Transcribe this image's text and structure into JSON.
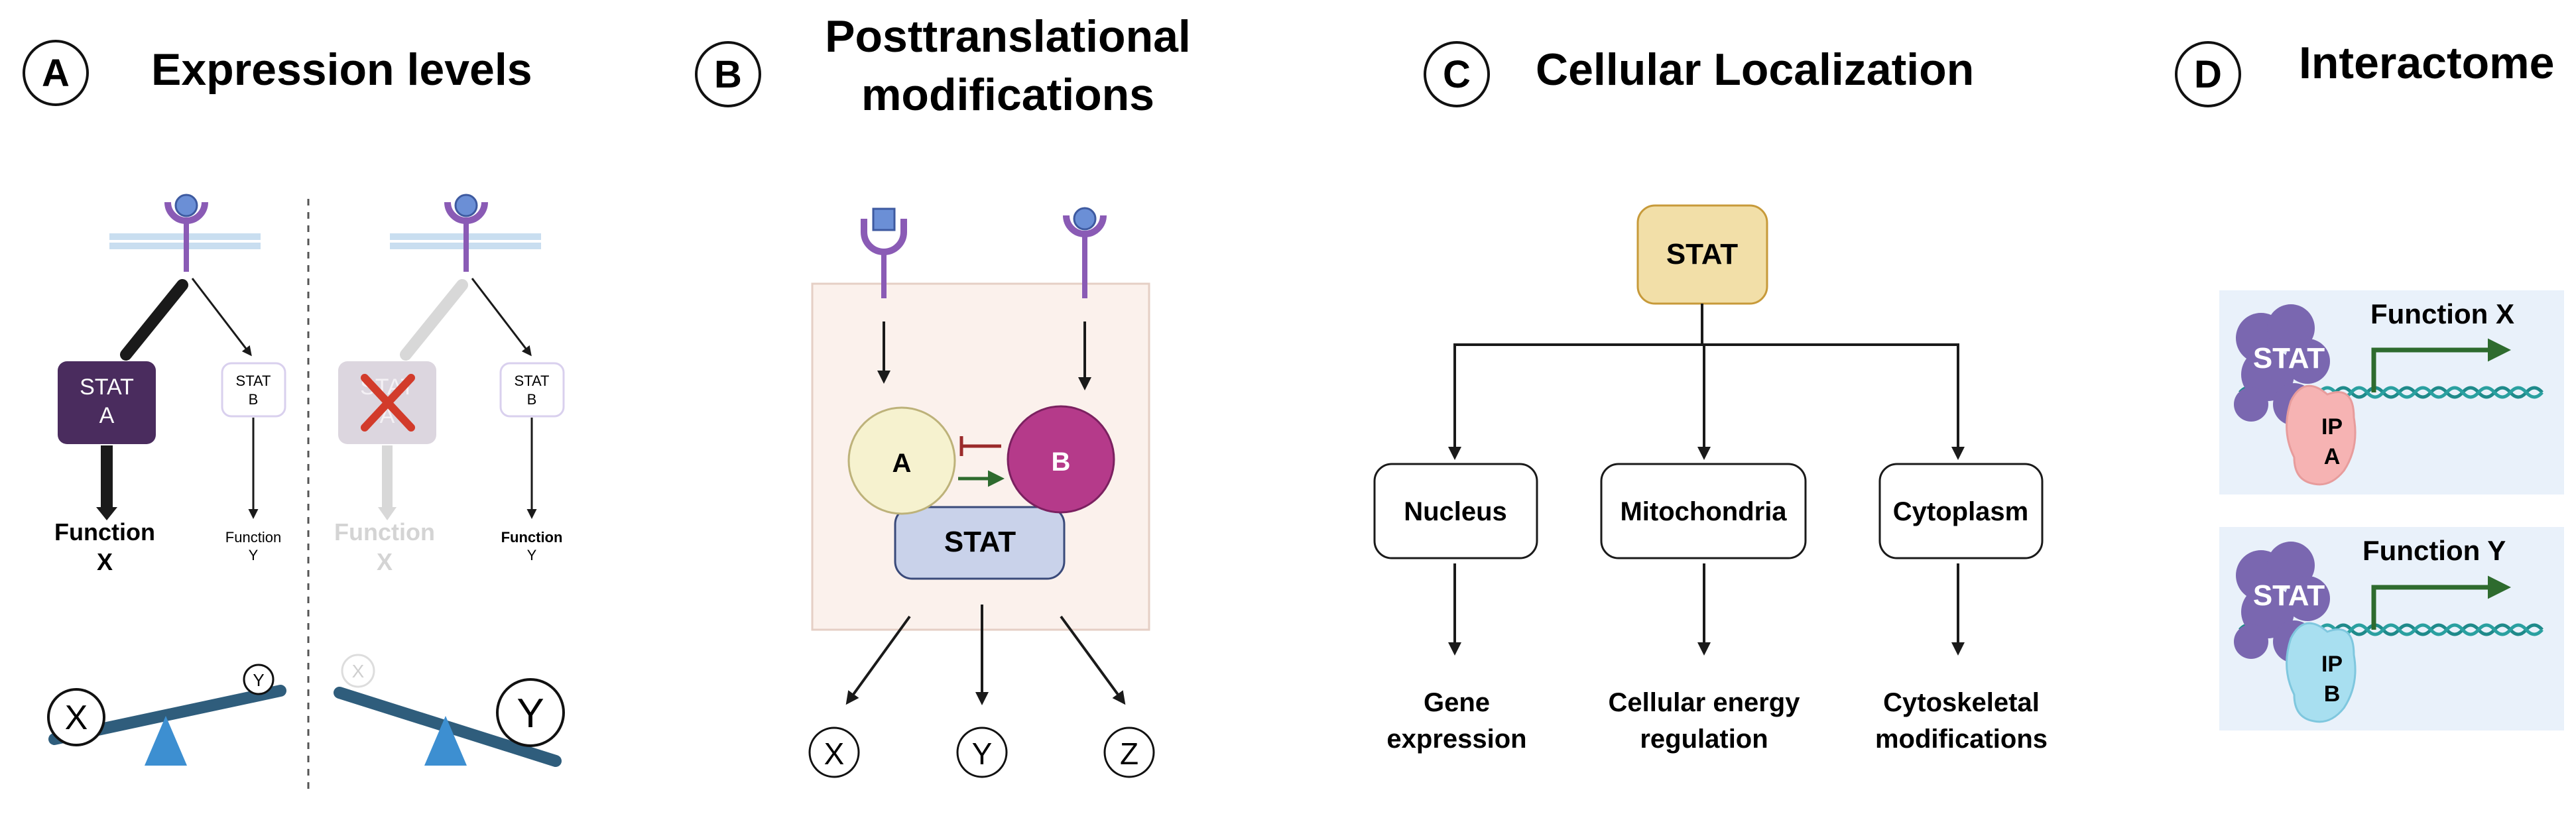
{
  "panelA": {
    "letter": "A",
    "title": "Expression levels",
    "left": {
      "stat_line1": "STAT",
      "stat_line2": "A",
      "statb_line1": "STAT",
      "statb_line2": "B",
      "func_main_1": "Function",
      "func_main_2": "X",
      "func_minor_1": "Function",
      "func_minor_2": "Y",
      "seesaw_big": "X",
      "seesaw_small": "Y"
    },
    "right": {
      "stat_line1": "STAT",
      "stat_line2": "A",
      "statb_line1": "STAT",
      "statb_line2": "B",
      "func_faded_1": "Function",
      "func_faded_2": "X",
      "func_minor_1": "Function",
      "func_minor_2": "Y",
      "seesaw_big": "Y",
      "seesaw_small": "X"
    }
  },
  "panelB": {
    "letter": "B",
    "title_line1": "Posttranslational",
    "title_line2": "modifications",
    "node_a": "A",
    "node_b": "B",
    "stat": "STAT",
    "outputs": [
      "X",
      "Y",
      "Z"
    ]
  },
  "panelC": {
    "letter": "C",
    "title": "Cellular Localization",
    "stat": "STAT",
    "locations": [
      "Nucleus",
      "Mitochondria",
      "Cytoplasm"
    ],
    "outcomes": [
      {
        "line1": "Gene",
        "line2": "expression"
      },
      {
        "line1": "Cellular energy",
        "line2": "regulation"
      },
      {
        "line1": "Cytoskeletal",
        "line2": "modifications"
      }
    ]
  },
  "panelD": {
    "letter": "D",
    "title": "Interactome",
    "top": {
      "stat": "STAT",
      "ip_1": "IP",
      "ip_2": "A",
      "function": "Function X"
    },
    "bottom": {
      "stat": "STAT",
      "ip_1": "IP",
      "ip_2": "B",
      "function": "Function Y"
    }
  },
  "colors": {
    "receptor": "#8a5bb5",
    "receptor_ligand": "#6b8fd6",
    "membrane": "#b8d4ea",
    "stat_a_dark": "#4a2c5e",
    "seesaw_bar": "#2f5d7c",
    "seesaw_base": "#3d8fd1",
    "node_a": "#f6f2cf",
    "node_b": "#b53a8a",
    "stat_box": "#c9d2ea",
    "stat_c": "#f2dfa8",
    "interact_bg": "#e9f1fa",
    "dna": "#1f8a8a",
    "arrow_green": "#2e6b2e",
    "inhibit_red": "#9b2b2b",
    "ip_a": "#f6b3b3",
    "ip_b": "#a8dff0",
    "stat_protein": "#7a67b0",
    "red_cross": "#d23b2b"
  }
}
